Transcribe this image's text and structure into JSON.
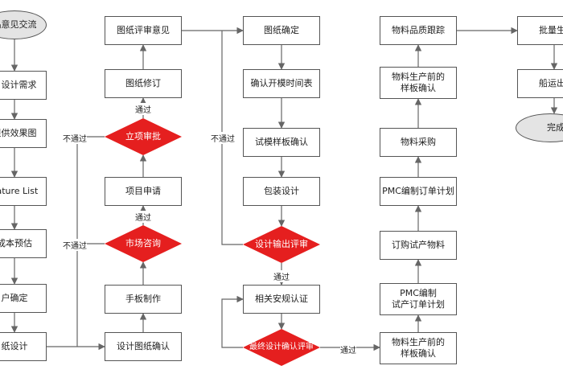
{
  "colors": {
    "decision_fill": "#e51f1f",
    "line": "#666666",
    "terminal_fill": "#e4e4e4"
  },
  "nodes": {
    "c1_start": "品意见交流",
    "c1_req": "目设计需求",
    "c1_render": "提供效果图",
    "c1_feature": "eature List",
    "c1_cost": "成本预估",
    "c1_confirm": "户确定",
    "c1_design": "纸设计",
    "c2_review": "图纸评审意见",
    "c2_modify": "图纸修订",
    "c2_approval": "立项审批",
    "c2_apply": "项目申请",
    "c2_market": "市场咨询",
    "c2_handmade": "手板制作",
    "c2_confirm": "设计图纸确认",
    "c3_fix": "图纸确定",
    "c3_schedule": "确认开模时间表",
    "c3_trial": "试模样板确认",
    "c3_pack": "包装设计",
    "c3_output": "设计输出评审",
    "c3_cert": "相关安规认证",
    "c3_final": "最终设计确认评审",
    "c4_track": "物料品质跟踪",
    "c4_sample_top": "物料生产前的\n样板确认",
    "c4_purchase": "物料采购",
    "c4_pmc_plan": "PMC编制订单计划",
    "c4_trial_buy": "订购试产物料",
    "c4_pmc_trial": "PMC编制\n试产订单计划",
    "c4_sample_bottom": "物料生产前的\n样板确认",
    "c5_batch": "批量生",
    "c5_ship": "船运出",
    "c5_done": "完成"
  },
  "edge_labels": {
    "pass": "通过",
    "fail": "不通过"
  }
}
